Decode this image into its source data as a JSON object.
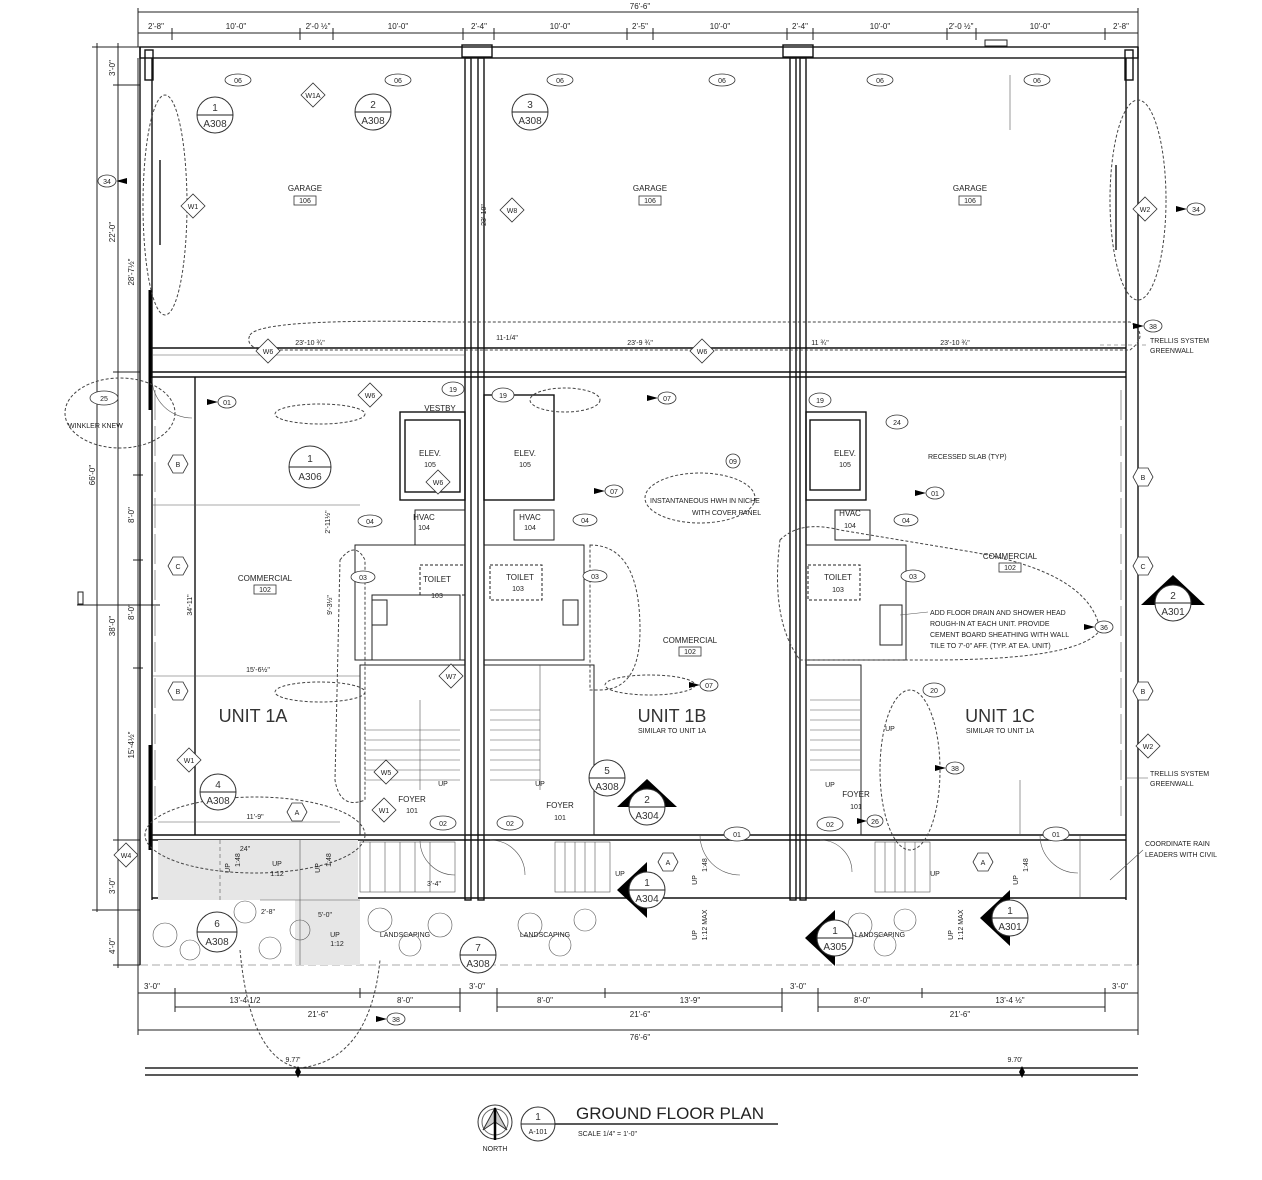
{
  "title": {
    "text": "GROUND FLOOR PLAN",
    "scale": "SCALE  1/4\" = 1'-0\"",
    "north": "NORTH",
    "ref_num": "1",
    "ref_sheet": "A-101"
  },
  "dims_top": {
    "overall": "76'-6\"",
    "segments": [
      "2'-8\"",
      "10'-0\"",
      "2'-0 ½\"",
      "10'-0\"",
      "2'-4\"",
      "10'-0\"",
      "2'-5\"",
      "10'-0\"",
      "2'-4\"",
      "10'-0\"",
      "2'-0 ½\"",
      "10'-0\"",
      "2'-8\""
    ]
  },
  "dims_left": [
    "3'-0\"",
    "22'-0\"",
    "28'-7½\"",
    "66'-0\"",
    "8'-0\"",
    "38'-0\"",
    "8'-0\"",
    "15'-4½\"",
    "3'-0\"",
    "4'-0\""
  ],
  "dims_bottom": {
    "row1": [
      "3'-0\"",
      "13'-4 1/2",
      "8'-0\"",
      "3'-0\"",
      "8'-0\"",
      "13'-9\"",
      "3'-0\"",
      "8'-0\"",
      "13'-4 ½\"",
      "3'-0\""
    ],
    "row2": [
      "21'-6\"",
      "21'-6\"",
      "21'-6\""
    ],
    "overall": "76'-6\""
  },
  "elevations": [
    "9.77'",
    "9.70'"
  ],
  "interior_dims": [
    "23'-10 ¾\"",
    "11-1/4\"",
    "23'-9 ¾\"",
    "11 ¾\"",
    "23'-10 ¾\"",
    "23'-10\"",
    "34'-11\"",
    "15'-6½\"",
    "11'-9\"",
    "9'-3½\"",
    "2'-11½\"",
    "3'-4\"",
    "2'-8\"",
    "5'-0\"",
    "24\""
  ],
  "rooms": {
    "garage": "GARAGE",
    "garage_no": "106",
    "commercial": "COMMERCIAL",
    "commercial_no": "102",
    "elev": "ELEV.",
    "elev_no": "105",
    "hvac": "HVAC",
    "hvac_no": "104",
    "toilet": "TOILET",
    "toilet_no": "103",
    "foyer": "FOYER",
    "foyer_no": "101",
    "vestby": "VESTBY"
  },
  "units": {
    "a": "UNIT 1A",
    "b": "UNIT 1B",
    "c": "UNIT 1C",
    "similar": "SIMILAR TO UNIT 1A"
  },
  "notes": {
    "hwh": [
      "INSTANTANEOUS HWH IN NICHE",
      "WITH COVER PANEL"
    ],
    "recessed": "RECESSED SLAB (TYP)",
    "drain": [
      "ADD FLOOR DRAIN AND SHOWER HEAD",
      "ROUGH-IN AT EACH UNIT. PROVIDE",
      "CEMENT BOARD SHEATHING WITH WALL",
      "TILE TO 7'-0\" AFF. (TYP. AT EA. UNIT)"
    ],
    "trellis": [
      "TRELLIS SYSTEM",
      "GREENWALL"
    ],
    "rain": [
      "COORDINATE RAIN",
      "LEADERS WITH CIVIL"
    ],
    "winkler": "WINKLER KNEW",
    "landscaping": "LANDSCAPING",
    "up": "UP",
    "slope12": "1:12",
    "slope48": "1:48",
    "slope12max": "1:12 MAX"
  },
  "sections": [
    {
      "num": "1",
      "sheet": "A308"
    },
    {
      "num": "2",
      "sheet": "A308"
    },
    {
      "num": "3",
      "sheet": "A308"
    },
    {
      "num": "1",
      "sheet": "A306"
    },
    {
      "num": "4",
      "sheet": "A308"
    },
    {
      "num": "5",
      "sheet": "A308"
    },
    {
      "num": "2",
      "sheet": "A304"
    },
    {
      "num": "1",
      "sheet": "A304"
    },
    {
      "num": "6",
      "sheet": "A308"
    },
    {
      "num": "7",
      "sheet": "A308"
    },
    {
      "num": "1",
      "sheet": "A305"
    },
    {
      "num": "1",
      "sheet": "A301"
    },
    {
      "num": "2",
      "sheet": "A301"
    }
  ],
  "door_tags": {
    "d06": "06",
    "d19": "19",
    "d24": "24",
    "d03": "03",
    "d04": "04",
    "d02": "02",
    "d01": "01",
    "d20": "20",
    "d25": "25"
  },
  "window_tags": {
    "w1a": "W1A",
    "w1": "W1",
    "w8": "W8",
    "w2": "W2",
    "w6": "W6",
    "w5": "W5",
    "w4": "W4",
    "w7": "W7"
  },
  "grid": {
    "a": "A",
    "b": "B",
    "c": "C"
  },
  "keynotes": {
    "k07": "07",
    "k01": "01",
    "k36": "36",
    "k38": "38",
    "k34": "34",
    "k09": "09",
    "k26": "26"
  }
}
